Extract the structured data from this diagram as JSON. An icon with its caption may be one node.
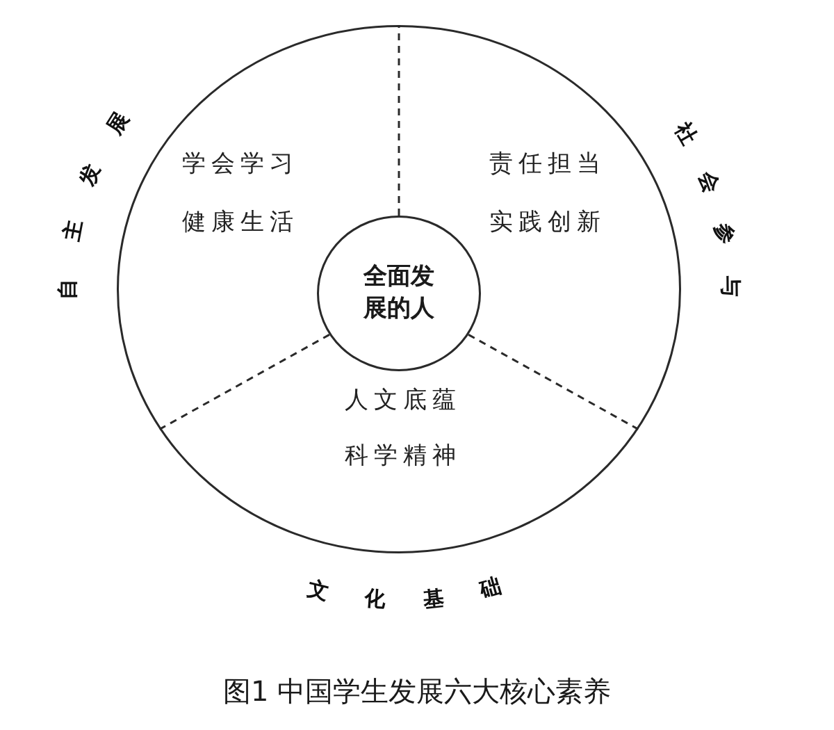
{
  "diagram": {
    "caption": "图1 中国学生发展六大核心素养",
    "nodes": [
      {
        "text": [],
        "shape": "circle"
      },
      {
        "text": [
          "自主发展",
          "学会学习",
          "健康生活"
        ],
        "in": 0
      },
      {
        "text": [
          "社会参与",
          "责任担当",
          "实践创新"
        ],
        "in": 0
      },
      {
        "text": [
          "全面发展的人"
        ],
        "in": 0
      },
      {
        "text": [
          "文化基础",
          "人文底蕴",
          "科学精神"
        ],
        "in": 0
      }
    ]
  }
}
